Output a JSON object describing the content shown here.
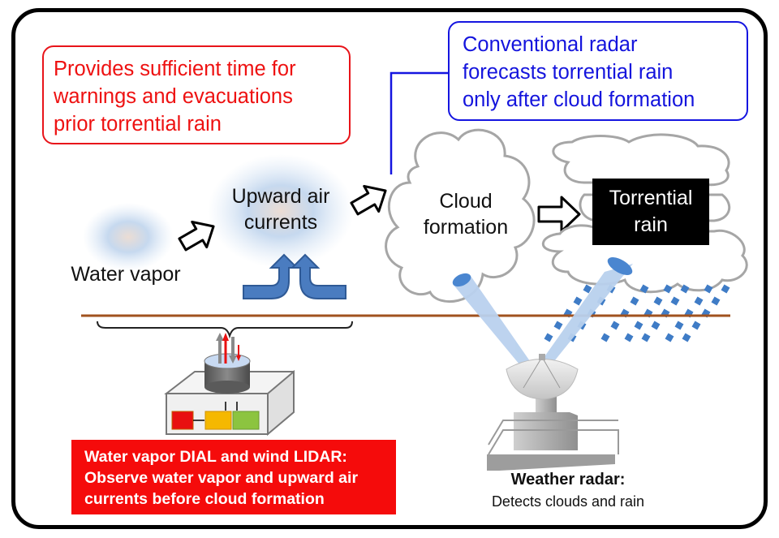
{
  "diagram": {
    "title": "Torrential rain early detection with water vapor DIAL and wind LIDAR vs. conventional radar",
    "callouts": {
      "benefit": {
        "lines": [
          "Provides sufficient time for",
          "warnings and evacuations",
          "prior torrential rain"
        ],
        "color": "#ee1111"
      },
      "radar_limitation": {
        "lines": [
          "Conventional radar",
          "forecasts torrential rain",
          "only after cloud formation"
        ],
        "color": "#1414dd"
      }
    },
    "stages": [
      {
        "id": "water-vapor",
        "label": "Water vapor"
      },
      {
        "id": "upward-air-currents",
        "lines": [
          "Upward air",
          "currents"
        ]
      },
      {
        "id": "cloud-formation",
        "lines": [
          "Cloud",
          "formation"
        ]
      },
      {
        "id": "torrential-rain",
        "lines": [
          "Torrential",
          "rain"
        ]
      }
    ],
    "instruments": {
      "lidar": {
        "lines": [
          "Water vapor DIAL and wind LIDAR:",
          "Observe water vapor and upward air",
          "currents before cloud formation"
        ],
        "box_color": "#f50b0b",
        "component_colors": [
          "#e81010",
          "#f5b800",
          "#8cc440"
        ]
      },
      "radar": {
        "title": "Weather radar:",
        "subtitle": "Detects clouds and rain"
      }
    },
    "colors": {
      "ground_line": "#a0521e",
      "rain": "#3f7cc6",
      "beam": "#b9d1ee",
      "beam_tip": "#4a86d0",
      "cloud_outline": "#a6a6a6",
      "updraft_arrow": "#4a7cc0"
    }
  }
}
